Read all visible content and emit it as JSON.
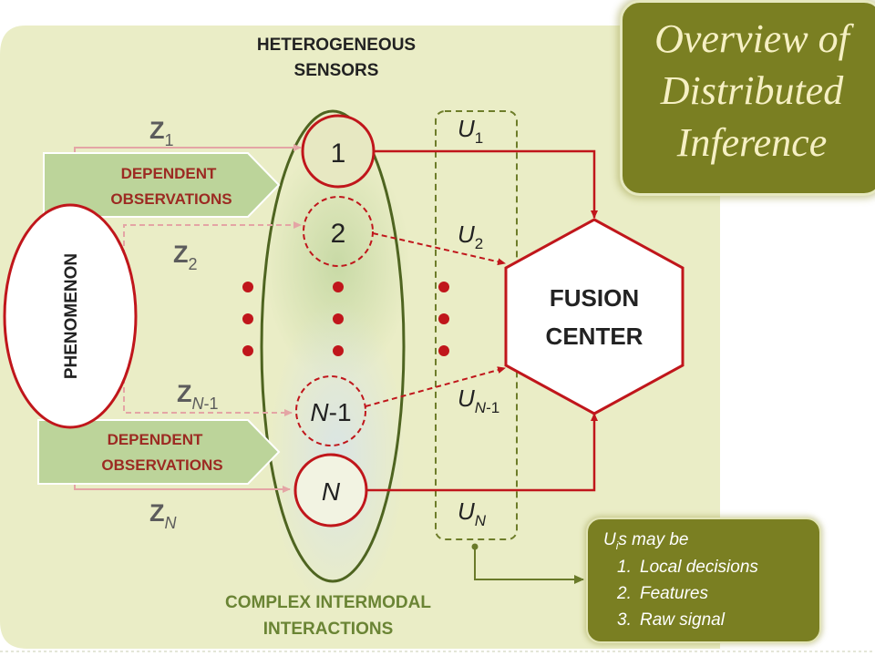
{
  "title": {
    "line1": "Overview of",
    "line2": "Distributed",
    "line3": "Inference"
  },
  "labels": {
    "sensors_line1": "HETEROGENEOUS",
    "sensors_line2": "SENSORS",
    "interactions_line1": "COMPLEX INTERMODAL",
    "interactions_line2": "INTERACTIONS",
    "dependent_line1": "DEPENDENT",
    "dependent_line2": "OBSERVATIONS",
    "phenomenon": "PHENOMENON",
    "fusion_line1": "FUSION",
    "fusion_line2": "CENTER"
  },
  "sensors": {
    "s1": "1",
    "s2": "2",
    "sN1_italic": "N",
    "sN1_rest": "-1",
    "sN": "N"
  },
  "observations": {
    "z_letter": "Z",
    "z1_sub": "1",
    "z2_sub": "2",
    "zN1_sub_italic": "N",
    "zN1_sub_rest": "-1",
    "zN_sub": "N"
  },
  "decisions": {
    "u_letter": "U",
    "u1_sub": "1",
    "u2_sub": "2",
    "uN1_sub_italic": "N",
    "uN1_sub_rest": "-1",
    "uN_sub": "N"
  },
  "note": {
    "head_letter": "U",
    "head_sub": "i",
    "head_rest": "s may be",
    "items": [
      {
        "num": "1.",
        "text": "Local decisions"
      },
      {
        "num": "2.",
        "text": "Features"
      },
      {
        "num": "3.",
        "text": "Raw signal"
      }
    ]
  },
  "colors": {
    "red": "#c0161b",
    "olive": "#7a7f22",
    "dark_green": "#4e6420",
    "panel_bg": "#eaedc6",
    "arrow_fill": "#bcd49a",
    "text_red": "#9c2a22",
    "text_gray": "#5c5c5c",
    "text_dark": "#222222",
    "label_green": "#6a8434"
  }
}
